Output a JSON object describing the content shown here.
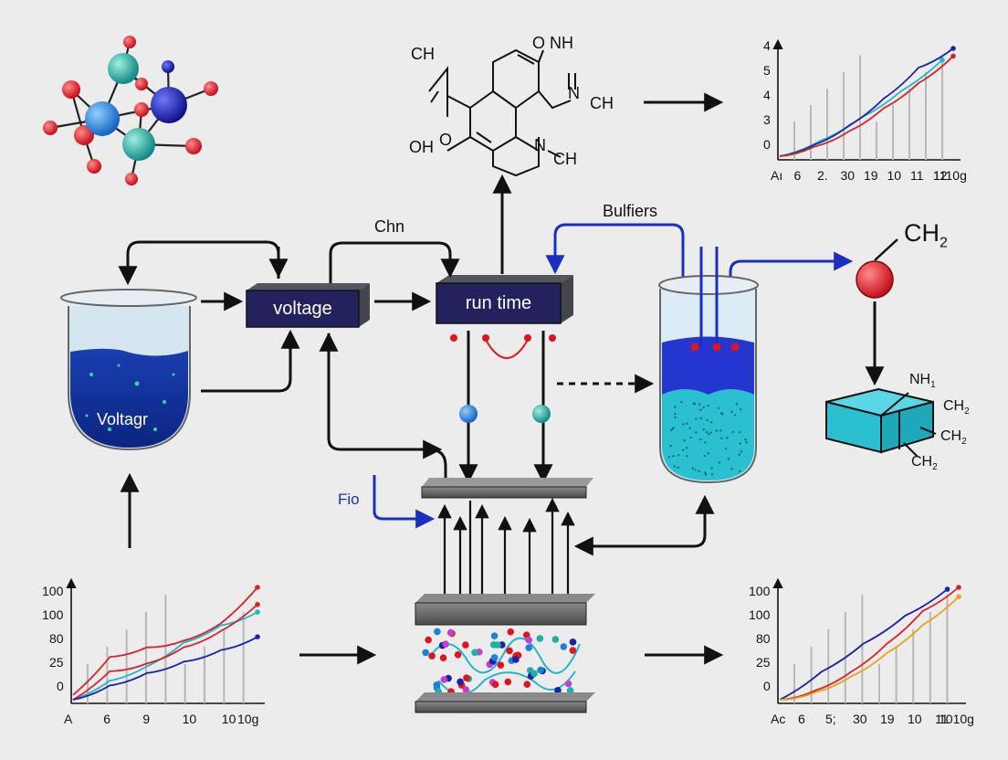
{
  "boxes": {
    "voltage": "voltage",
    "run_time": "run time"
  },
  "labels": {
    "beaker": "Voltagr",
    "chn": "Chn",
    "buffers": "Bulfiers",
    "fio": "Fio",
    "ch2_top": "CH",
    "ch2_sub": "2",
    "nh1": "NH",
    "nh1_sub": "1",
    "cube_ch2_a": "CH",
    "cube_ch2_b": "CH",
    "cube_ch2_c": "CH",
    "cube_sub": "2"
  },
  "molecule_labels": {
    "ch_left": "CH",
    "o_nh": "O  NH",
    "n_right": "N",
    "ch_right": "CH",
    "oh": "OH",
    "o_left": "O",
    "n_ch": "N",
    "ch_bottom": "CH"
  },
  "colors": {
    "box": "#24225e",
    "dark_blue_arrow": "#1a2fc0",
    "red_atom": "#e0141e",
    "blue_atom": "#1c82d8",
    "teal_atom": "#1fb0a8",
    "navy_atom": "#1a1fa8",
    "cyan_fill": "#2bc0d0"
  },
  "chart_data": [
    {
      "type": "line",
      "position_word": "top-right",
      "yticks": [
        "4",
        "5",
        "4",
        "3",
        "0"
      ],
      "xticks": [
        "Aı",
        "6",
        "2.",
        "30",
        "19",
        "10",
        "11",
        "12",
        "1110g"
      ],
      "series": [
        {
          "color": "#1fb7c9",
          "values": [
            0,
            0.8,
            2.0,
            3.4,
            5.0
          ]
        },
        {
          "color": "#1a23a8",
          "values": [
            0,
            0.6,
            1.6,
            3.0,
            4.6,
            5.6
          ]
        },
        {
          "color": "#d9232a",
          "values": [
            0,
            0.5,
            1.3,
            2.5,
            3.8,
            5.2
          ]
        }
      ]
    },
    {
      "type": "line",
      "position_word": "bottom-left",
      "yticks": [
        "100",
        "100",
        "80",
        "25",
        "0"
      ],
      "xticks": [
        "A",
        "6",
        "9",
        "10",
        "10",
        "10g"
      ],
      "series": [
        {
          "color": "#d9232a",
          "values": [
            5,
            45,
            55,
            62,
            80,
            118
          ]
        },
        {
          "color": "#1fb7c9",
          "values": [
            0,
            20,
            35,
            60,
            78,
            92
          ]
        },
        {
          "color": "#d9232a",
          "values": [
            0,
            30,
            38,
            55,
            72,
            100
          ]
        },
        {
          "color": "#1a23a8",
          "values": [
            0,
            15,
            28,
            40,
            52,
            66
          ]
        }
      ]
    },
    {
      "type": "line",
      "position_word": "bottom-right",
      "yticks": [
        "100",
        "100",
        "80",
        "25",
        "0"
      ],
      "xticks": [
        "Aс",
        "6",
        "5;",
        "30",
        "19",
        "10",
        "11",
        "1010g"
      ],
      "series": [
        {
          "color": "#1a23a8",
          "values": [
            0,
            30,
            60,
            90,
            118
          ]
        },
        {
          "color": "#d9232a",
          "values": [
            0,
            10,
            30,
            60,
            95,
            120
          ]
        },
        {
          "color": "#e6a21a",
          "values": [
            0,
            8,
            25,
            50,
            80,
            110
          ]
        }
      ]
    }
  ]
}
